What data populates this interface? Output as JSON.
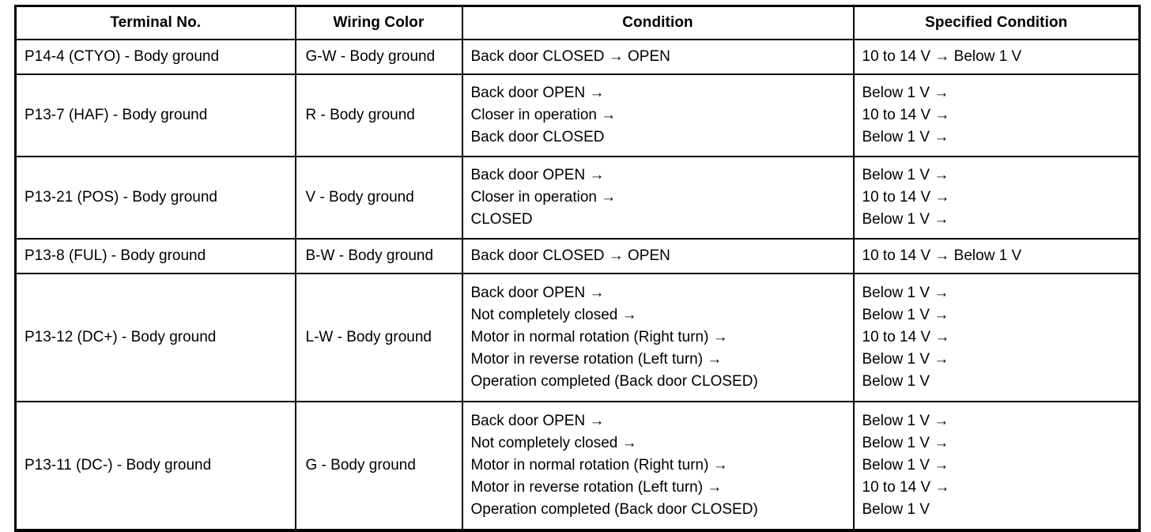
{
  "table": {
    "headers": [
      {
        "label": "Terminal No."
      },
      {
        "label": "Wiring Color"
      },
      {
        "label": "Condition"
      },
      {
        "label": "Specified Condition"
      }
    ],
    "rows": [
      {
        "terminal": "P14-4 (CTYO) - Body ground",
        "wiring": "G-W - Body ground",
        "condition_lines": [
          "Back door CLOSED → OPEN"
        ],
        "specified_lines": [
          "10 to 14 V → Below 1 V"
        ]
      },
      {
        "terminal": "P13-7 (HAF) - Body ground",
        "wiring": "R - Body ground",
        "condition_lines": [
          "Back door OPEN →",
          "Closer in operation →",
          "Back door CLOSED"
        ],
        "specified_lines": [
          "Below 1 V →",
          "10 to 14 V →",
          "Below 1 V →"
        ]
      },
      {
        "terminal": "P13-21 (POS) - Body ground",
        "wiring": "V - Body ground",
        "condition_lines": [
          "Back door OPEN →",
          "Closer in operation →",
          "CLOSED"
        ],
        "specified_lines": [
          "Below 1 V →",
          "10 to 14 V →",
          "Below 1 V →"
        ]
      },
      {
        "terminal": "P13-8 (FUL) - Body ground",
        "wiring": "B-W - Body ground",
        "condition_lines": [
          "Back door CLOSED → OPEN"
        ],
        "specified_lines": [
          "10 to 14 V → Below 1 V"
        ]
      },
      {
        "terminal": "P13-12 (DC+) - Body ground",
        "wiring": "L-W - Body ground",
        "condition_lines": [
          "Back door OPEN →",
          "Not completely closed →",
          "Motor in normal rotation (Right turn) →",
          "Motor in reverse rotation (Left turn) →",
          "Operation completed (Back door CLOSED)"
        ],
        "specified_lines": [
          "Below 1 V →",
          "Below 1 V →",
          "10 to 14 V →",
          "Below 1 V →",
          "Below 1 V"
        ]
      },
      {
        "terminal": "P13-11 (DC-) - Body ground",
        "wiring": "G - Body ground",
        "condition_lines": [
          "Back door OPEN →",
          "Not completely closed →",
          "Motor in normal rotation (Right turn) →",
          "Motor in reverse rotation (Left turn) →",
          "Operation completed (Back door CLOSED)"
        ],
        "specified_lines": [
          "Below 1 V →",
          "Below 1 V →",
          "Below 1 V →",
          "10 to 14 V →",
          "Below 1 V"
        ]
      }
    ]
  },
  "colors": {
    "border": "#000000",
    "text": "#000000",
    "background": "#ffffff"
  }
}
